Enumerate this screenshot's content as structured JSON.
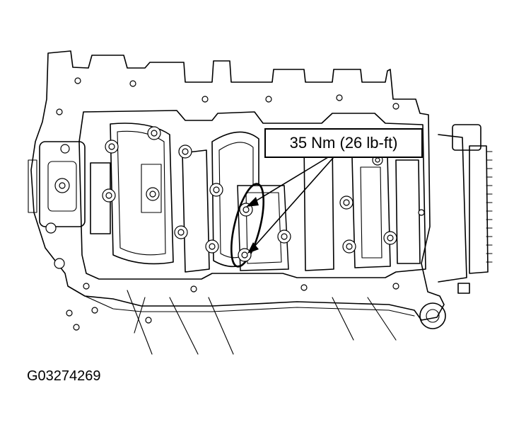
{
  "callout": {
    "label": "35 Nm (26 lb-ft)",
    "arrow_count": 2
  },
  "figure_id": "G03274269",
  "icons": [
    "engine-block-illustration",
    "bolt-icon",
    "arrow-icon"
  ]
}
